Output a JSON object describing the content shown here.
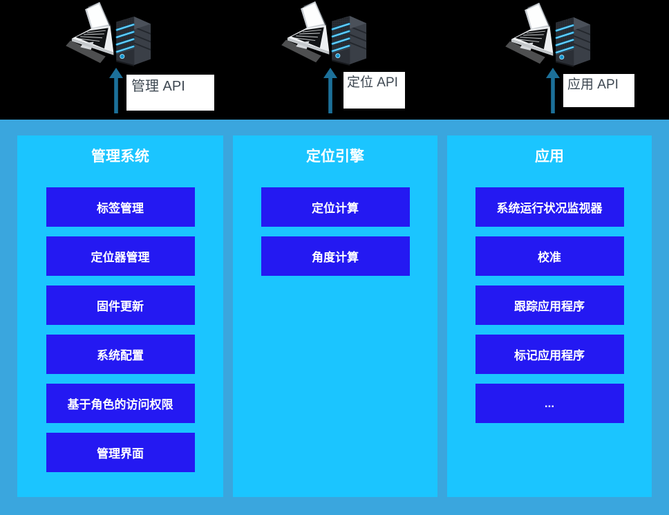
{
  "top_section": {
    "api_labels": [
      {
        "label": "管理 API"
      },
      {
        "label": "定位 API"
      },
      {
        "label": "应用 API"
      }
    ],
    "illustration_icon": "laptop-with-server-icon",
    "arrow_icon": "up-arrow-icon"
  },
  "columns": [
    {
      "title": "管理系统",
      "items": [
        "标签管理",
        "定位器管理",
        "固件更新",
        "系统配置",
        "基于角色的访问权限",
        "管理界面"
      ]
    },
    {
      "title": "定位引擎",
      "items": [
        "定位计算",
        "角度计算"
      ]
    },
    {
      "title": "应用",
      "items": [
        "系统运行状况监视器",
        "校准",
        "跟踪应用程序",
        "标记应用程序",
        "..."
      ]
    }
  ],
  "colors": {
    "background_top": "#000000",
    "background_bottom": "#3AA6DE",
    "panel": "#1BC5FF",
    "item_box": "#2419F2",
    "arrow": "#1C7099",
    "label_bg": "#FFFFFF",
    "label_text": "#3E4852",
    "title_text": "#FFFFFF",
    "box_text": "#FFFFFF"
  }
}
